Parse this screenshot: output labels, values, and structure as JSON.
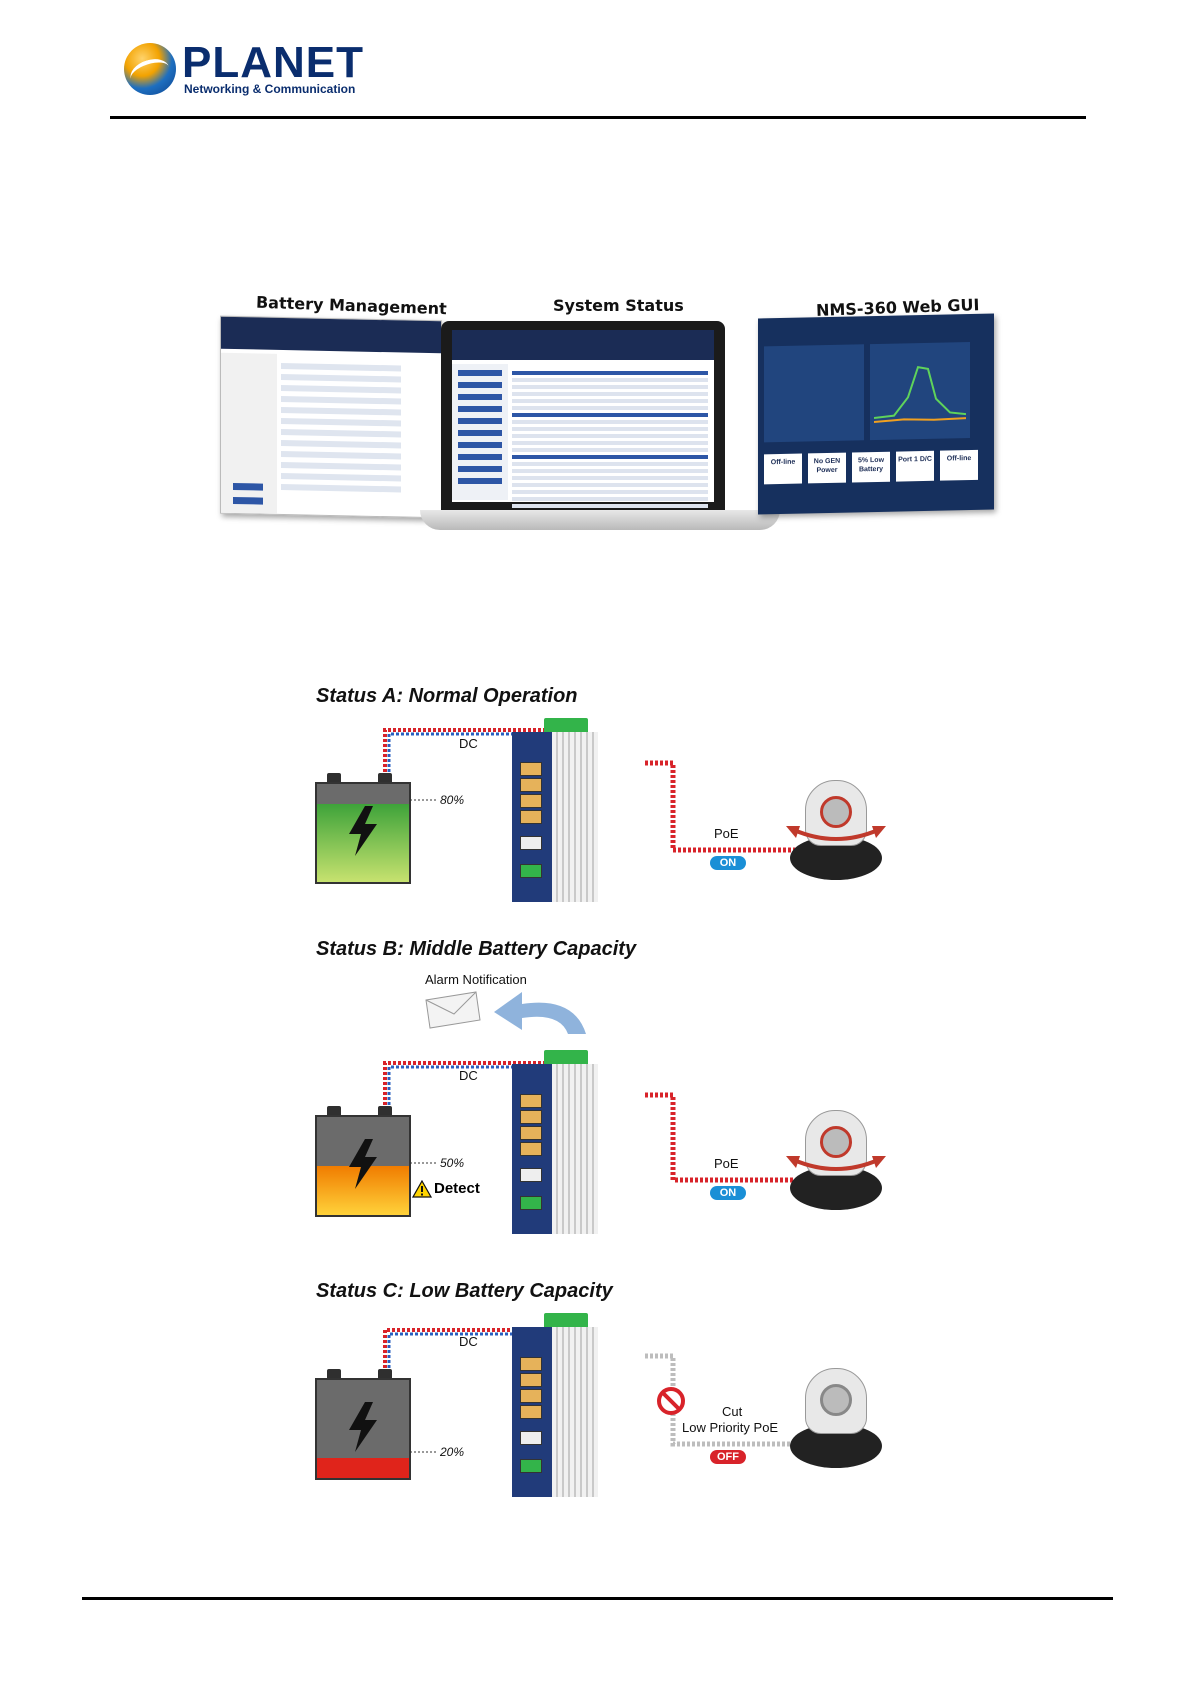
{
  "header": {
    "logo_word": "PLANET",
    "logo_tagline": "Networking & Communication"
  },
  "collage": {
    "left_title": "Battery Management",
    "center_title": "System Status",
    "right_title": "NMS-360 Web GUI",
    "right_cards": [
      "Off-line",
      "No GEN Power",
      "5% Low Battery",
      "Port 1 D/C",
      "Off-line"
    ]
  },
  "statuses": [
    {
      "title": "Status A: Normal Operation",
      "dc_label": "DC",
      "percent": "80%",
      "poe_label": "PoE",
      "poe_state": "ON"
    },
    {
      "title": "Status B: Middle Battery Capacity",
      "alarm_label": "Alarm Notification",
      "dc_label": "DC",
      "percent": "50%",
      "detect_label": "Detect",
      "poe_label": "PoE",
      "poe_state": "ON"
    },
    {
      "title": "Status C: Low Battery Capacity",
      "dc_label": "DC",
      "percent": "20%",
      "cut_label": "Cut",
      "cut_sub_label": "Low Priority PoE",
      "poe_state": "OFF"
    }
  ],
  "colors": {
    "brand_navy": "#0a2d6e",
    "on_pill": "#1a8fd6",
    "off_pill": "#d8232a",
    "cable_red": "#d8232a",
    "cable_blue": "#2a5fbf",
    "battery_full": "#4fae32",
    "battery_mid": "#f39a00",
    "battery_low": "#e0241b"
  }
}
